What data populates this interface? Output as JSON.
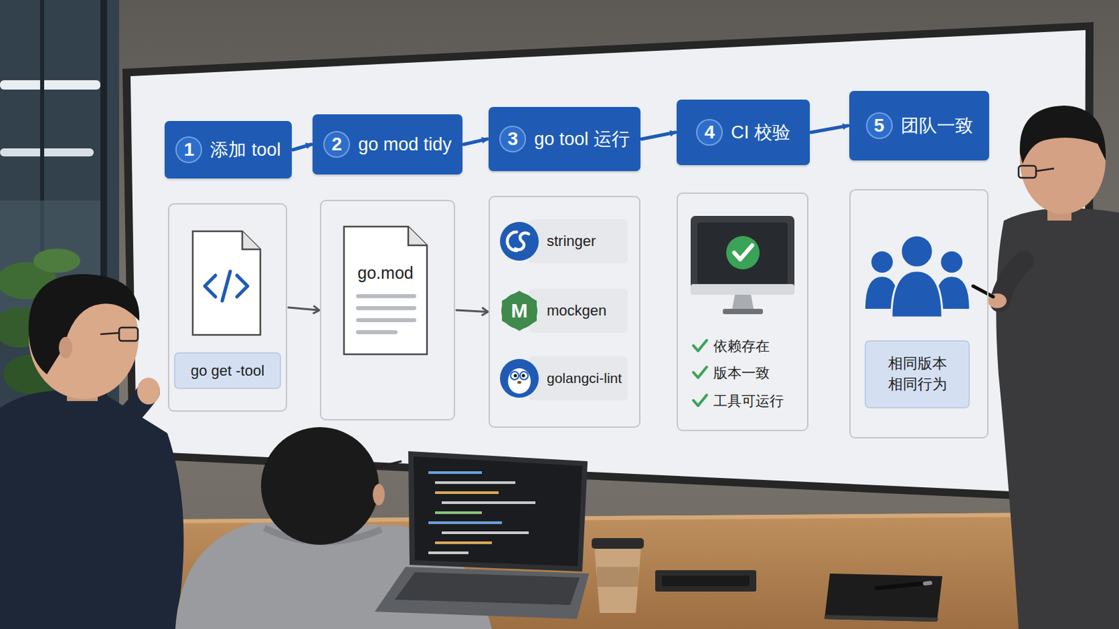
{
  "diagram": {
    "nodes": [
      {
        "text": [
          "1",
          "添加 tool"
        ]
      },
      {
        "text": [
          "2",
          "go mod tidy"
        ]
      },
      {
        "text": [
          "3",
          "go tool 运行"
        ]
      },
      {
        "text": [
          "4",
          "CI 校验"
        ]
      },
      {
        "text": [
          "5",
          "团队一致"
        ]
      },
      {
        "text": [
          "go get -tool"
        ]
      },
      {
        "text": [
          "go.mod"
        ]
      },
      {
        "text": [
          "stringer",
          "mockgen",
          "golangci-lint"
        ]
      },
      {
        "text": [
          "依赖存在",
          "版本一致",
          "工具可运行"
        ]
      },
      {
        "text": [
          "相同版本 相同行为"
        ]
      }
    ],
    "edges": [
      {
        "from": 0,
        "to": 1,
        "arrow": "to"
      },
      {
        "from": 1,
        "to": 2,
        "arrow": "to"
      },
      {
        "from": 2,
        "to": 3,
        "arrow": "to"
      },
      {
        "from": 3,
        "to": 4,
        "arrow": "to"
      },
      {
        "from": 5,
        "to": 6,
        "arrow": "to"
      },
      {
        "from": 6,
        "to": 7,
        "arrow": "to"
      }
    ],
    "labels": [
      "M"
    ]
  }
}
